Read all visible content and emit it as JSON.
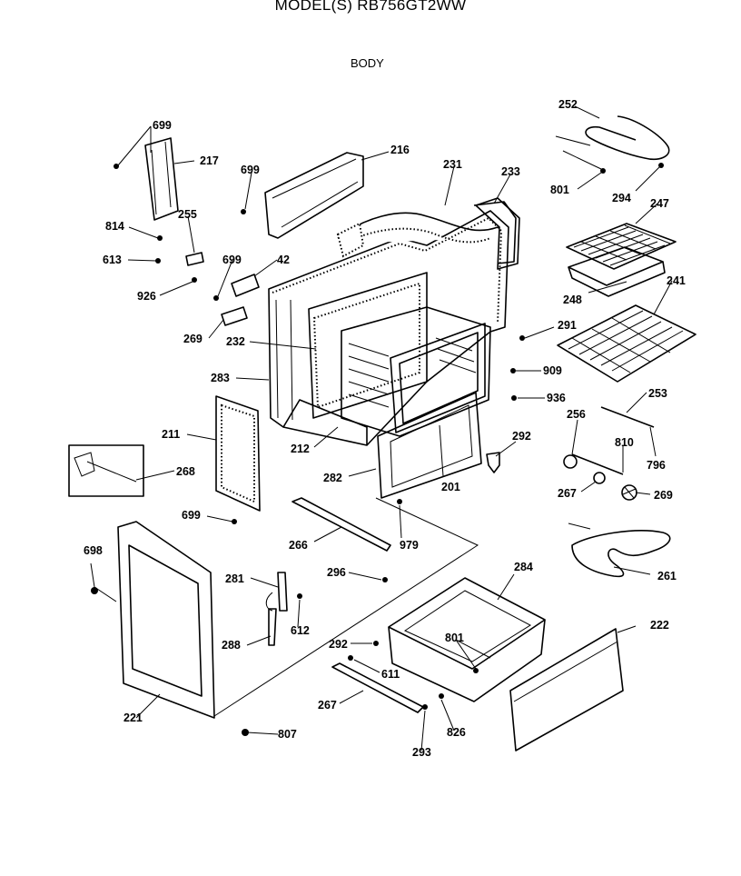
{
  "header": {
    "model_line": "MODEL(S) RB756GT2WW",
    "section": "BODY"
  },
  "part_labels": {
    "p699a": "699",
    "p217": "217",
    "p699b": "699",
    "p216": "216",
    "p231": "231",
    "p233": "233",
    "p252": "252",
    "p255": "255",
    "p814": "814",
    "p613": "613",
    "p926": "926",
    "p699c": "699",
    "p42": "42",
    "p801a": "801",
    "p294": "294",
    "p247": "247",
    "p248": "248",
    "p241": "241",
    "p269a": "269",
    "p232": "232",
    "p291": "291",
    "p909": "909",
    "p283": "283",
    "p936": "936",
    "p253": "253",
    "p211": "211",
    "p256": "256",
    "p810": "810",
    "p212": "212",
    "p292a": "292",
    "p796": "796",
    "p268": "268",
    "p282": "282",
    "p201": "201",
    "p267a": "267",
    "p269b": "269",
    "p699d": "699",
    "p266": "266",
    "p979": "979",
    "p698": "698",
    "p296": "296",
    "p284": "284",
    "p261": "261",
    "p281": "281",
    "p222": "222",
    "p612": "612",
    "p288": "288",
    "p292b": "292",
    "p801b": "801",
    "p611": "611",
    "p267b": "267",
    "p221": "221",
    "p826": "826",
    "p807": "807",
    "p293": "293"
  }
}
